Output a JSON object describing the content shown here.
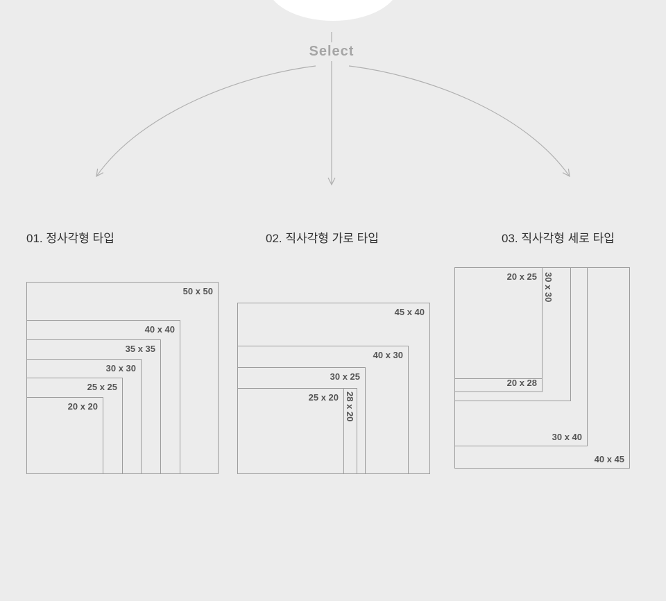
{
  "page": {
    "background_color": "#ececec",
    "select_label": "Select"
  },
  "sections": [
    {
      "title": "01. 정사각형 타입",
      "sizes": [
        "50 x 50",
        "40 x 40",
        "35 x 35",
        "30 x 30",
        "25 x 25",
        "20 x 20"
      ]
    },
    {
      "title": "02. 직사각형 가로 타입",
      "sizes": [
        "45 x 40",
        "40 x 30",
        "30 x 25",
        "28 x 20",
        "25 x 20"
      ]
    },
    {
      "title": "03. 직사각형 세로 타입",
      "sizes": [
        "40 x 45",
        "30 x 40",
        "30 x 30",
        "20 x 28",
        "20 x 25"
      ]
    }
  ]
}
